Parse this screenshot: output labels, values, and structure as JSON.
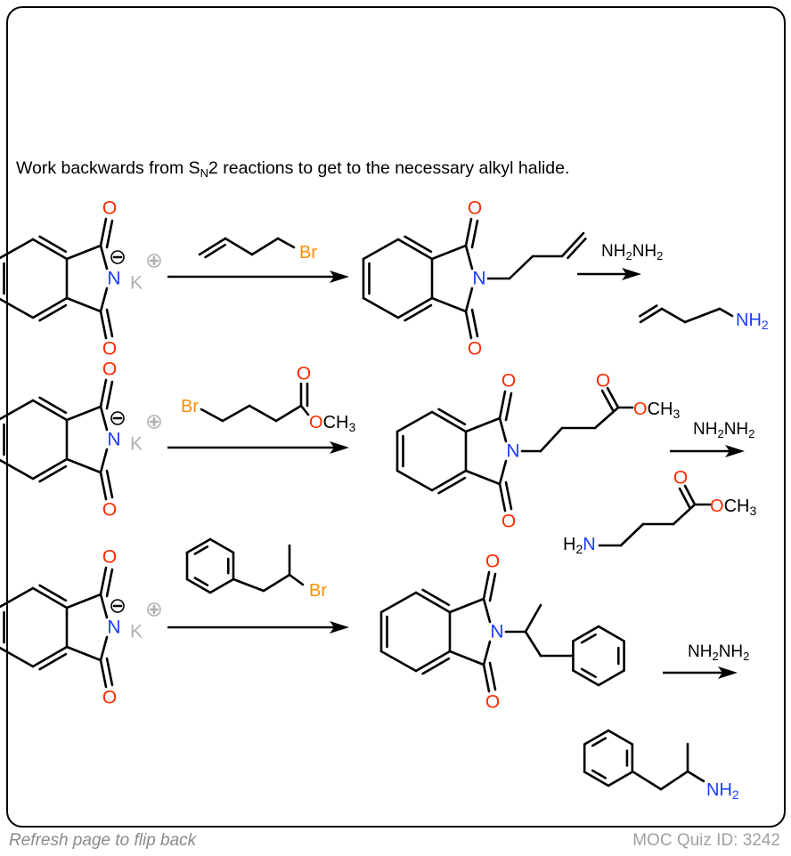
{
  "prompt": {
    "prefix": "Work backwards from S",
    "subscript": "N",
    "suffix": "2 reactions to get to the necessary alkyl halide."
  },
  "colors": {
    "bond": "#000000",
    "oxygen": "#ff2a00",
    "nitrogen": "#1a3cff",
    "bromine": "#ff8c00",
    "potassium": "#b0b0b0",
    "footer": "#8a8a8a"
  },
  "atoms": {
    "O": "O",
    "N": "N",
    "K": "K",
    "Br": "Br",
    "minus": "−",
    "plus": "+",
    "OCH3": {
      "main": "OCH",
      "sub": "3"
    },
    "NH2": {
      "main": "NH",
      "sub": "2"
    },
    "H2N": {
      "h": "H",
      "sub": "2",
      "n": "N"
    }
  },
  "reagent_hydrazine": {
    "p1": "NH",
    "s1": "2",
    "p2": "NH",
    "s2": "2"
  },
  "reactions": [
    {
      "starting": "potassium phthalimide",
      "alkyl_halide": "4-bromobut-1-ene",
      "intermediate": "N-(but-3-enyl)phthalimide",
      "reagent": "NH2NH2",
      "product": "but-3-en-1-amine"
    },
    {
      "starting": "potassium phthalimide",
      "alkyl_halide": "methyl 4-bromobutanoate",
      "intermediate": "methyl 4-phthalimidobutanoate",
      "reagent": "NH2NH2",
      "product": "methyl 4-aminobutanoate"
    },
    {
      "starting": "potassium phthalimide",
      "alkyl_halide": "(2-bromopropyl)benzene",
      "intermediate": "N-(1-phenylpropan-2-yl)phthalimide",
      "reagent": "NH2NH2",
      "product": "1-phenylpropan-2-amine"
    }
  ],
  "footer": {
    "left": "Refresh page to flip back",
    "right": "MOC Quiz ID: 3242"
  }
}
